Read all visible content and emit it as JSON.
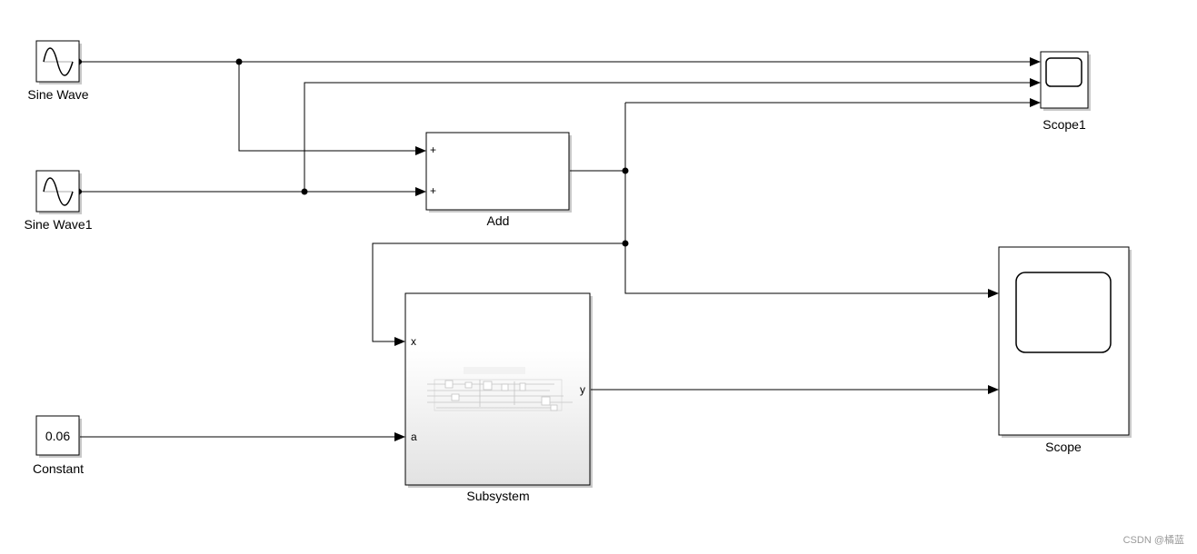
{
  "blocks": {
    "sine_wave": {
      "label": "Sine Wave"
    },
    "sine_wave1": {
      "label": "Sine Wave1"
    },
    "constant": {
      "label": "Constant",
      "value": "0.06"
    },
    "add": {
      "label": "Add",
      "port1": "+",
      "port2": "+"
    },
    "subsystem": {
      "label": "Subsystem",
      "port_x": "x",
      "port_a": "a",
      "port_y": "y"
    },
    "scope1": {
      "label": "Scope1"
    },
    "scope": {
      "label": "Scope"
    }
  },
  "watermark": "CSDN @橘蓝"
}
